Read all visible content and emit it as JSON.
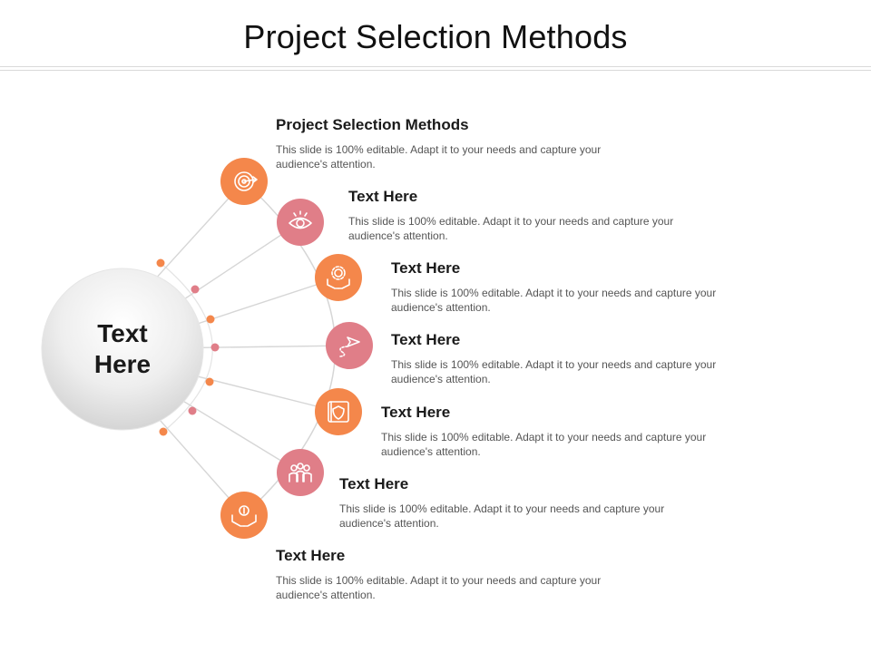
{
  "slide": {
    "title": "Project Selection Methods"
  },
  "hub": {
    "label": "Text Here"
  },
  "colors": {
    "orange": "#F4874B",
    "pink": "#E07E88",
    "line": "#D6D6D6"
  },
  "items": [
    {
      "heading": "Project Selection Methods",
      "text": "This slide is 100% editable. Adapt it to your needs and capture your audience's attention.",
      "icon": "target-icon",
      "color": "orange"
    },
    {
      "heading": "Text Here",
      "text": "This slide is 100% editable. Adapt it to your needs and capture your audience's attention.",
      "icon": "eye-icon",
      "color": "pink"
    },
    {
      "heading": "Text Here",
      "text": "This slide is 100% editable. Adapt it to your needs and capture your audience's attention.",
      "icon": "hands-gear-icon",
      "color": "orange"
    },
    {
      "heading": "Text Here",
      "text": "This slide is 100% editable. Adapt it to your needs and capture your audience's attention.",
      "icon": "paper-plane-icon",
      "color": "pink"
    },
    {
      "heading": "Text Here",
      "text": "This slide is 100% editable. Adapt it to your needs and capture your audience's attention.",
      "icon": "shield-book-icon",
      "color": "orange"
    },
    {
      "heading": "Text Here",
      "text": "This slide is 100% editable. Adapt it to your needs and capture your audience's attention.",
      "icon": "team-icon",
      "color": "pink"
    },
    {
      "heading": "Text Here",
      "text": "This slide is 100% editable. Adapt it to your needs and capture your audience's attention.",
      "icon": "hands-coin-icon",
      "color": "orange"
    }
  ]
}
